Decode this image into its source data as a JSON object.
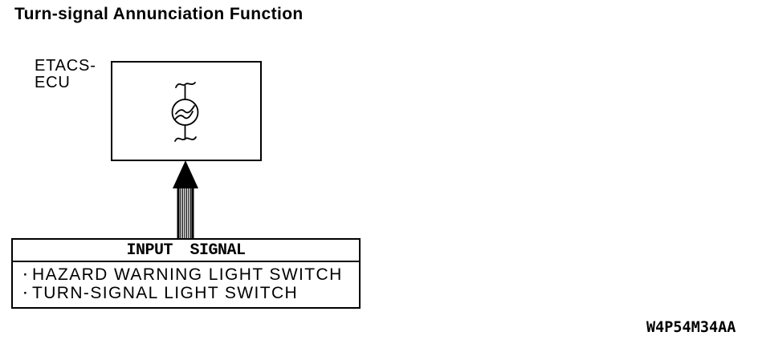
{
  "page": {
    "background": "#ffffff",
    "ink": "#000000"
  },
  "header": {
    "title": "Turn-signal Annunciation Function"
  },
  "diagram": {
    "ecu": {
      "label_line1": "ETACS-",
      "label_line2": "ECU",
      "symbol_icon": "buzzer-icon"
    },
    "arrow": {
      "direction": "up"
    },
    "input_box": {
      "header": "INPUT SIGNAL",
      "items": [
        {
          "bullet": "·",
          "label": "HAZARD WARNING LIGHT SWITCH"
        },
        {
          "bullet": "·",
          "label": "TURN-SIGNAL LIGHT SWITCH"
        }
      ]
    }
  },
  "footer": {
    "figure_code": "W4P54M34AA"
  }
}
